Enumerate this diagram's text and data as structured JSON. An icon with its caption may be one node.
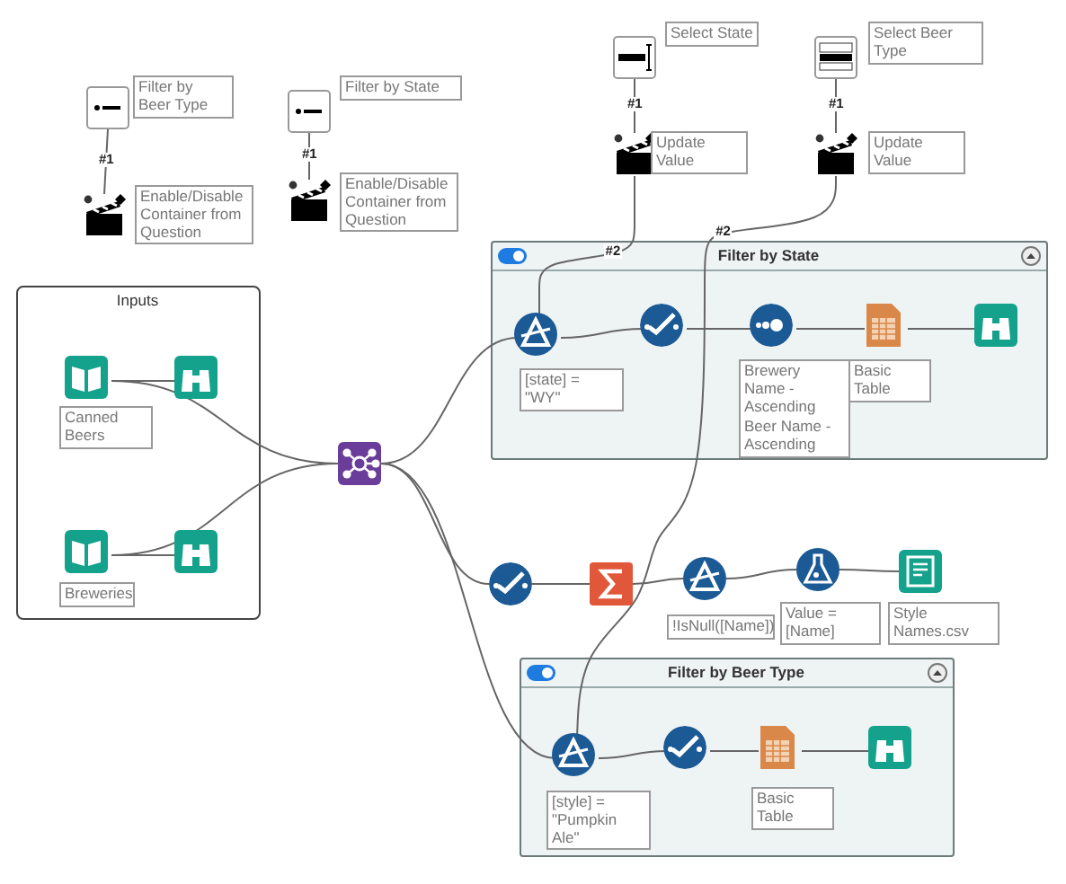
{
  "diagram": {
    "nodes": [
      {
        "text": [],
        "shape": "picture",
        "beside": [
          "Filter by Beer Type"
        ]
      },
      {
        "text": [],
        "shape": "picture",
        "beside": [
          "Enable/Disable Container from Question"
        ]
      },
      {
        "text": [],
        "shape": "picture",
        "beside": [
          "Filter by State"
        ]
      },
      {
        "text": [],
        "shape": "picture",
        "beside": [
          "Enable/Disable Container from Question"
        ]
      },
      {
        "text": [],
        "shape": "picture",
        "beside": [
          "Select State"
        ]
      },
      {
        "text": [],
        "shape": "picture",
        "beside": [
          "Update Value"
        ]
      },
      {
        "text": [],
        "shape": "picture",
        "beside": [
          "Select Beer Type"
        ]
      },
      {
        "text": [],
        "shape": "picture",
        "beside": [
          "Update Value"
        ]
      },
      {
        "text": [
          "Inputs"
        ]
      },
      {
        "text": [],
        "shape": "picture",
        "in": 8,
        "beside": [
          "Canned Beers"
        ]
      },
      {
        "text": [],
        "shape": "picture",
        "in": 8
      },
      {
        "text": [],
        "shape": "picture",
        "in": 8,
        "beside": [
          "Breweries"
        ]
      },
      {
        "text": [],
        "shape": "picture",
        "in": 8
      },
      {
        "text": [],
        "shape": "picture"
      },
      {
        "text": [
          "Filter by State"
        ]
      },
      {
        "text": [],
        "shape": "picture",
        "in": 14,
        "beside": [
          "[state] = \"WY\""
        ]
      },
      {
        "text": [],
        "shape": "circle",
        "in": 14
      },
      {
        "text": [],
        "shape": "circle",
        "in": 14,
        "beside": [
          "Brewery Name - Ascending",
          "Beer Name - Ascending"
        ]
      },
      {
        "text": [],
        "shape": "picture",
        "in": 14,
        "beside": [
          "Basic Table"
        ]
      },
      {
        "text": [],
        "shape": "picture",
        "in": 14
      },
      {
        "text": [],
        "shape": "circle"
      },
      {
        "text": [],
        "shape": "picture"
      },
      {
        "text": [],
        "shape": "picture",
        "beside": [
          "!IsNull([Name])"
        ]
      },
      {
        "text": [],
        "shape": "picture",
        "beside": [
          "Value = [Name]"
        ]
      },
      {
        "text": [],
        "shape": "picture",
        "beside": [
          "Style Names.csv"
        ]
      },
      {
        "text": [
          "Filter by Beer Type"
        ]
      },
      {
        "text": [],
        "shape": "picture",
        "in": 25,
        "beside": [
          "[style] = \"Pumpkin Ale\""
        ]
      },
      {
        "text": [],
        "shape": "circle",
        "in": 25
      },
      {
        "text": [],
        "shape": "picture",
        "in": 25,
        "beside": [
          "Basic Table"
        ]
      },
      {
        "text": [],
        "shape": "picture",
        "in": 25
      }
    ],
    "edges": [
      {
        "from": 0,
        "to": 1,
        "arrow": "none",
        "label": "#1"
      },
      {
        "from": 2,
        "to": 3,
        "arrow": "none",
        "label": "#1"
      },
      {
        "from": 4,
        "to": 5,
        "arrow": "none",
        "label": "#1"
      },
      {
        "from": 6,
        "to": 7,
        "arrow": "none",
        "label": "#1"
      },
      {
        "from": 5,
        "to": 15,
        "arrow": "none",
        "label": "#2"
      },
      {
        "from": 7,
        "to": 26,
        "arrow": "none",
        "label": "#2"
      },
      {
        "from": 9,
        "to": 10,
        "arrow": "none"
      },
      {
        "from": 9,
        "to": 13,
        "arrow": "none"
      },
      {
        "from": 11,
        "to": 12,
        "arrow": "none"
      },
      {
        "from": 11,
        "to": 13,
        "arrow": "none"
      },
      {
        "from": 13,
        "to": 15,
        "arrow": "none"
      },
      {
        "from": 13,
        "to": 20,
        "arrow": "none"
      },
      {
        "from": 13,
        "to": 26,
        "arrow": "none"
      },
      {
        "from": 15,
        "to": 16,
        "arrow": "none"
      },
      {
        "from": 16,
        "to": 17,
        "arrow": "none"
      },
      {
        "from": 17,
        "to": 18,
        "arrow": "none"
      },
      {
        "from": 18,
        "to": 19,
        "arrow": "none"
      },
      {
        "from": 20,
        "to": 21,
        "arrow": "none"
      },
      {
        "from": 21,
        "to": 22,
        "arrow": "none"
      },
      {
        "from": 22,
        "to": 23,
        "arrow": "none"
      },
      {
        "from": 23,
        "to": 24,
        "arrow": "none"
      },
      {
        "from": 26,
        "to": 27,
        "arrow": "none"
      },
      {
        "from": 27,
        "to": 28,
        "arrow": "none"
      },
      {
        "from": 28,
        "to": 29,
        "arrow": "none"
      }
    ]
  }
}
